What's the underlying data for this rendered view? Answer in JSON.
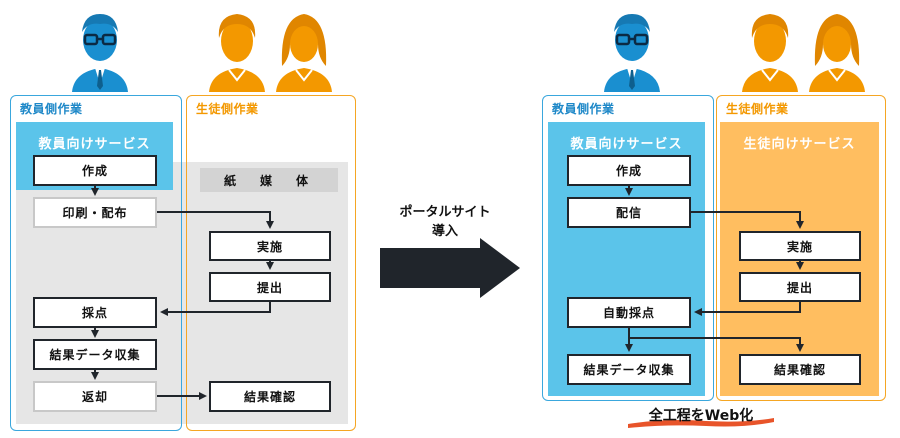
{
  "colors": {
    "blue": "#3aa7dd",
    "orange": "#f5a623",
    "dark": "#20252b",
    "gray": "#e6e6e6"
  },
  "left": {
    "teacher_label": "教員側作業",
    "student_label": "生徒側作業",
    "teacher_service": "教員向けサービス",
    "paper_banner": "紙　媒　体",
    "steps": {
      "create": "作成",
      "print": "印刷・配布",
      "implement": "実施",
      "submit": "提出",
      "grade": "採点",
      "collect": "結果データ収集",
      "return": "返却",
      "check": "結果確認"
    }
  },
  "middle": {
    "portal_line1": "ポータルサイト",
    "portal_line2": "導入"
  },
  "right": {
    "teacher_label": "教員側作業",
    "student_label": "生徒側作業",
    "teacher_service": "教員向けサービス",
    "student_service": "生徒向けサービス",
    "steps": {
      "create": "作成",
      "distribute": "配信",
      "implement": "実施",
      "submit": "提出",
      "auto_grade": "自動採点",
      "collect": "結果データ収集",
      "check": "結果確認"
    },
    "caption": "全工程をWeb化"
  },
  "icons": [
    "teacher-person-icon",
    "student-male-icon",
    "student-female-icon",
    "arrow-right-icon"
  ]
}
